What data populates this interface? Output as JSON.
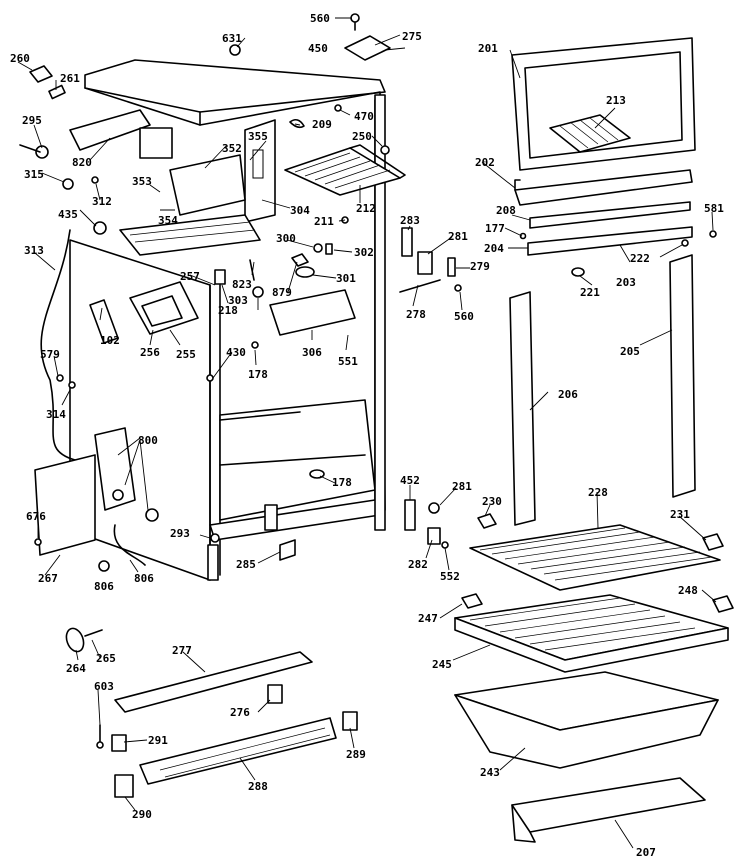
{
  "figure": {
    "description_free": true,
    "part_labels": {
      "p560a": "560",
      "p275": "275",
      "p631": "631",
      "p450": "450",
      "p260": "260",
      "p261": "261",
      "p470": "470",
      "p209": "209",
      "p250": "250",
      "p355": "355",
      "p295": "295",
      "p352": "352",
      "p820": "820",
      "p315": "315",
      "p312": "312",
      "p353": "353",
      "p354": "354",
      "p304": "304",
      "p212": "212",
      "p211": "211",
      "p435": "435",
      "p300": "300",
      "p302": "302",
      "p313": "313",
      "p257": "257",
      "p823": "823",
      "p301": "301",
      "p879": "879",
      "p218": "218",
      "p303": "303",
      "p102": "102",
      "p256": "256",
      "p255": "255",
      "p306": "306",
      "p551": "551",
      "p579": "579",
      "p430": "430",
      "p178a": "178",
      "p314": "314",
      "p800": "800",
      "p178b": "178",
      "p676": "676",
      "p293": "293",
      "p285a": "285",
      "p267": "267",
      "p806a": "806",
      "p806b": "806",
      "p201": "201",
      "p213": "213",
      "p202": "202",
      "p208": "208",
      "p177": "177",
      "p204": "204",
      "p581": "581",
      "p222": "222",
      "p203": "203",
      "p221": "221",
      "p283": "283",
      "p281a": "281",
      "p279": "279",
      "p278": "278",
      "p560b": "560",
      "p205": "205",
      "p206": "206",
      "p452": "452",
      "p281b": "281",
      "p230": "230",
      "p228": "228",
      "p231": "231",
      "p282": "282",
      "p552": "552",
      "p248": "248",
      "p247": "247",
      "p245": "245",
      "p243": "243",
      "p207": "207",
      "p264": "264",
      "p265": "265",
      "p277": "277",
      "p603": "603",
      "p276": "276",
      "p291": "291",
      "p289": "289",
      "p288": "288",
      "p290": "290"
    }
  }
}
